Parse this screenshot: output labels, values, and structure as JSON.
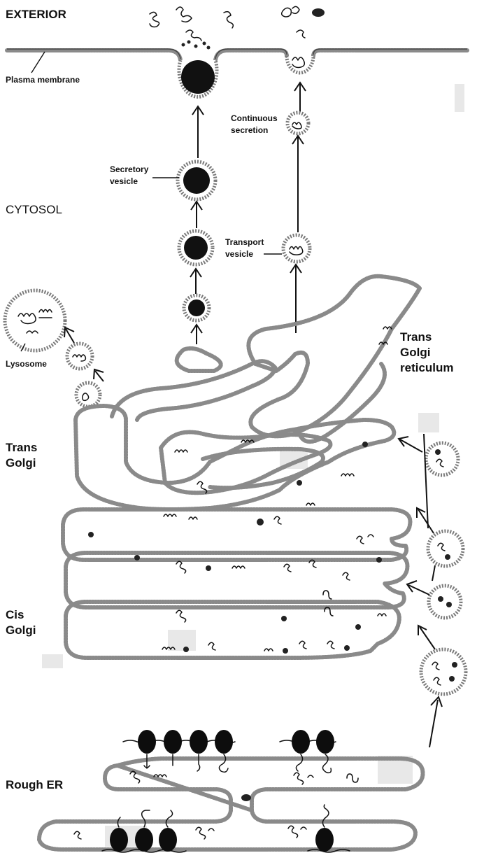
{
  "labels": {
    "exterior": "EXTERIOR",
    "plasma_membrane": "Plasma membrane",
    "continuous_secretion_line1": "Continuous",
    "continuous_secretion_line2": "secretion",
    "secretory_vesicle_line1": "Secretory",
    "secretory_vesicle_line2": "vesicle",
    "cytosol": "CYTOSOL",
    "transport_vesicle_line1": "Transport",
    "transport_vesicle_line2": "vesicle",
    "lysosome": "Lysosome",
    "trans_golgi_reticulum_line1": "Trans",
    "trans_golgi_reticulum_line2": "Golgi",
    "trans_golgi_reticulum_line3": "reticulum",
    "trans_golgi_line1": "Trans",
    "trans_golgi_line2": "Golgi",
    "cis_golgi_line1": "Cis",
    "cis_golgi_line2": "Golgi",
    "rough_er": "Rough ER"
  },
  "colors": {
    "ink": "#111111",
    "membrane": "#8a8a8a",
    "background": "#ffffff"
  }
}
